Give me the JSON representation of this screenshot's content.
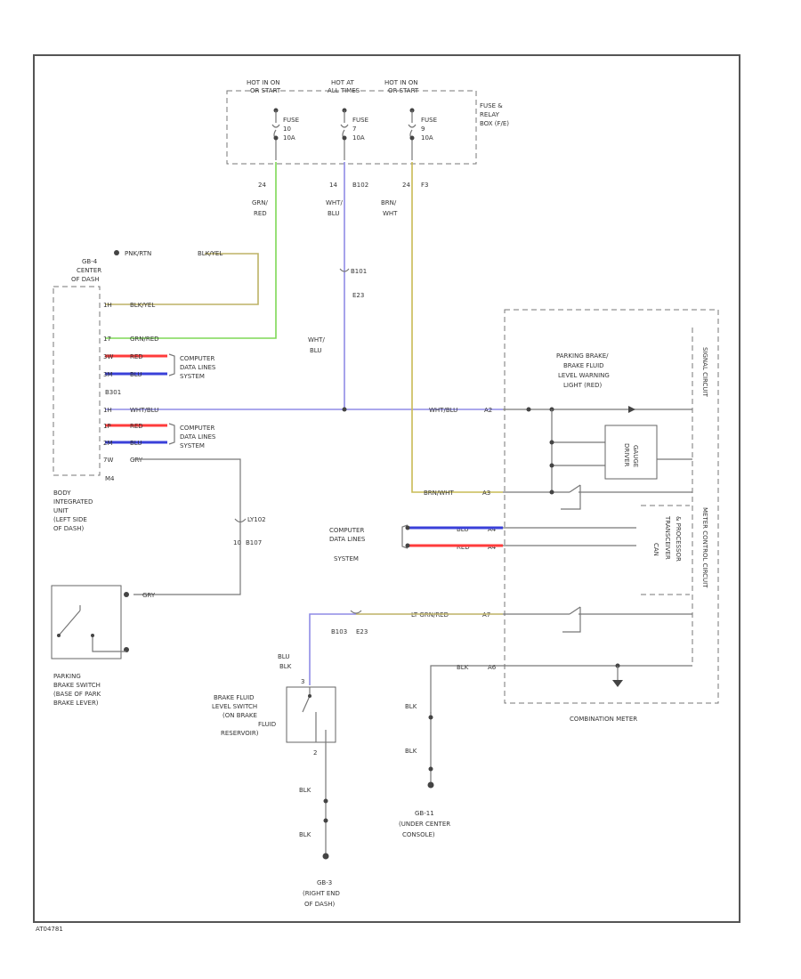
{
  "fuse_box": {
    "title": [
      "FUSE &",
      "RELAY",
      "BOX (F/E)"
    ],
    "headers": [
      {
        "l1": "HOT IN ON",
        "l2": "OR START"
      },
      {
        "l1": "HOT AT",
        "l2": "ALL TIMES"
      },
      {
        "l1": "HOT IN ON",
        "l2": "OR START"
      }
    ],
    "fuses": [
      {
        "name": "FUSE",
        "num": "10",
        "amp": "10A"
      },
      {
        "name": "FUSE",
        "num": "7",
        "amp": "10A"
      },
      {
        "name": "FUSE",
        "num": "9",
        "amp": "10A"
      }
    ]
  },
  "wires": {
    "grn_red": {
      "pin": "24",
      "l1": "GRN/",
      "l2": "RED"
    },
    "wht_blu": {
      "pin": "14",
      "conn": "B102",
      "l1": "WHT/",
      "l2": "BLU",
      "splice": "B101",
      "splice_conn": "E23",
      "lower_l1": "WHT/",
      "lower_l2": "BLU"
    },
    "brn_wht": {
      "pin": "24",
      "conn": "F3",
      "l1": "BRN/",
      "l2": "WHT"
    }
  },
  "body_unit": {
    "ground_label": "GB-4",
    "center_label": [
      "CENTER",
      "OF DASH"
    ],
    "top_row": [
      "PNK/RTN",
      "BLK/YEL"
    ],
    "pins": [
      {
        "pin": "1H",
        "wire": "BLK/YEL"
      },
      {
        "pin": "17",
        "wire": "GRN/RED"
      },
      {
        "pin": "3W",
        "wire": "RED"
      },
      {
        "pin": "3M",
        "wire": "BLU"
      },
      {
        "pin": "1H",
        "wire": "WHT/BLU"
      },
      {
        "pin": "1P",
        "wire": "RED"
      },
      {
        "pin": "2M",
        "wire": "BLU"
      },
      {
        "pin": "7W",
        "wire": "GRY"
      }
    ],
    "conn_label": "B301",
    "bottom_pin": "M4",
    "data_lines_1": [
      "COMPUTER",
      "DATA LINES",
      "SYSTEM"
    ],
    "data_lines_2": [
      "COMPUTER",
      "DATA LINES",
      "SYSTEM"
    ],
    "title": [
      "BODY",
      "INTEGRATED",
      "UNIT",
      "(LEFT SIDE",
      "OF DASH)"
    ]
  },
  "parking_switch": {
    "wire": "GRY",
    "conn": [
      "LY102",
      "10",
      "B107"
    ],
    "title": [
      "PARKING",
      "BRAKE SWITCH",
      "(BASE OF PARK",
      "BRAKE LEVER)"
    ]
  },
  "meter": {
    "warning_label": [
      "PARKING BRAKE/",
      "BRAKE FLUID",
      "LEVEL WARNING",
      "LIGHT (RED)"
    ],
    "rows": [
      {
        "wire": "WHT/BLU",
        "pin": "A2"
      },
      {
        "wire": "BRN/WHT",
        "pin": "A3"
      },
      {
        "wire": "BLU",
        "pin": "A4"
      },
      {
        "wire": "RED",
        "pin": "A4"
      },
      {
        "wire": "LT GRN/RED",
        "pin": "A7"
      },
      {
        "wire": "BLK",
        "pin": "A6"
      }
    ],
    "driver_box": [
      "GAUGE",
      "DRIVER"
    ],
    "can_label": [
      "CAN",
      "TRANSCEIVER",
      "& PROCESSOR"
    ],
    "side_label": [
      "SIGNAL CIRCUIT",
      "METER CONTROL CIRCUIT"
    ],
    "data_lines": [
      "COMPUTER",
      "DATA LINES",
      "SYSTEM"
    ],
    "title": "COMBINATION METER"
  },
  "fluid_switch": {
    "top_pin": "3",
    "conn": [
      "B103",
      "E23"
    ],
    "wire_above": [
      "BLU",
      "BLK"
    ],
    "title": [
      "BRAKE FLUID",
      "LEVEL SWITCH",
      "(ON BRAKE",
      "FLUID",
      "RESERVOIR)"
    ],
    "pin_bottom": "2",
    "wire_below_1": "BLK",
    "wire_below_2": "BLK"
  },
  "ground_gb3": {
    "label": "GB-3",
    "desc": [
      "(RIGHT END",
      "OF DASH)"
    ]
  },
  "ground_gb11": {
    "label": "GB-11",
    "desc": [
      "(UNDER CENTER",
      "CONSOLE)"
    ],
    "wire_1": "BLK",
    "wire_2": "BLK"
  },
  "footer_id": "AT04781",
  "colors": {
    "green": "#7ed957",
    "blue": "#8f8ce6",
    "yellow": "#c9bb55",
    "khaki": "#bdb266",
    "red": "#ff3b3b",
    "navy": "#3a40d9",
    "wire": "#777777"
  }
}
